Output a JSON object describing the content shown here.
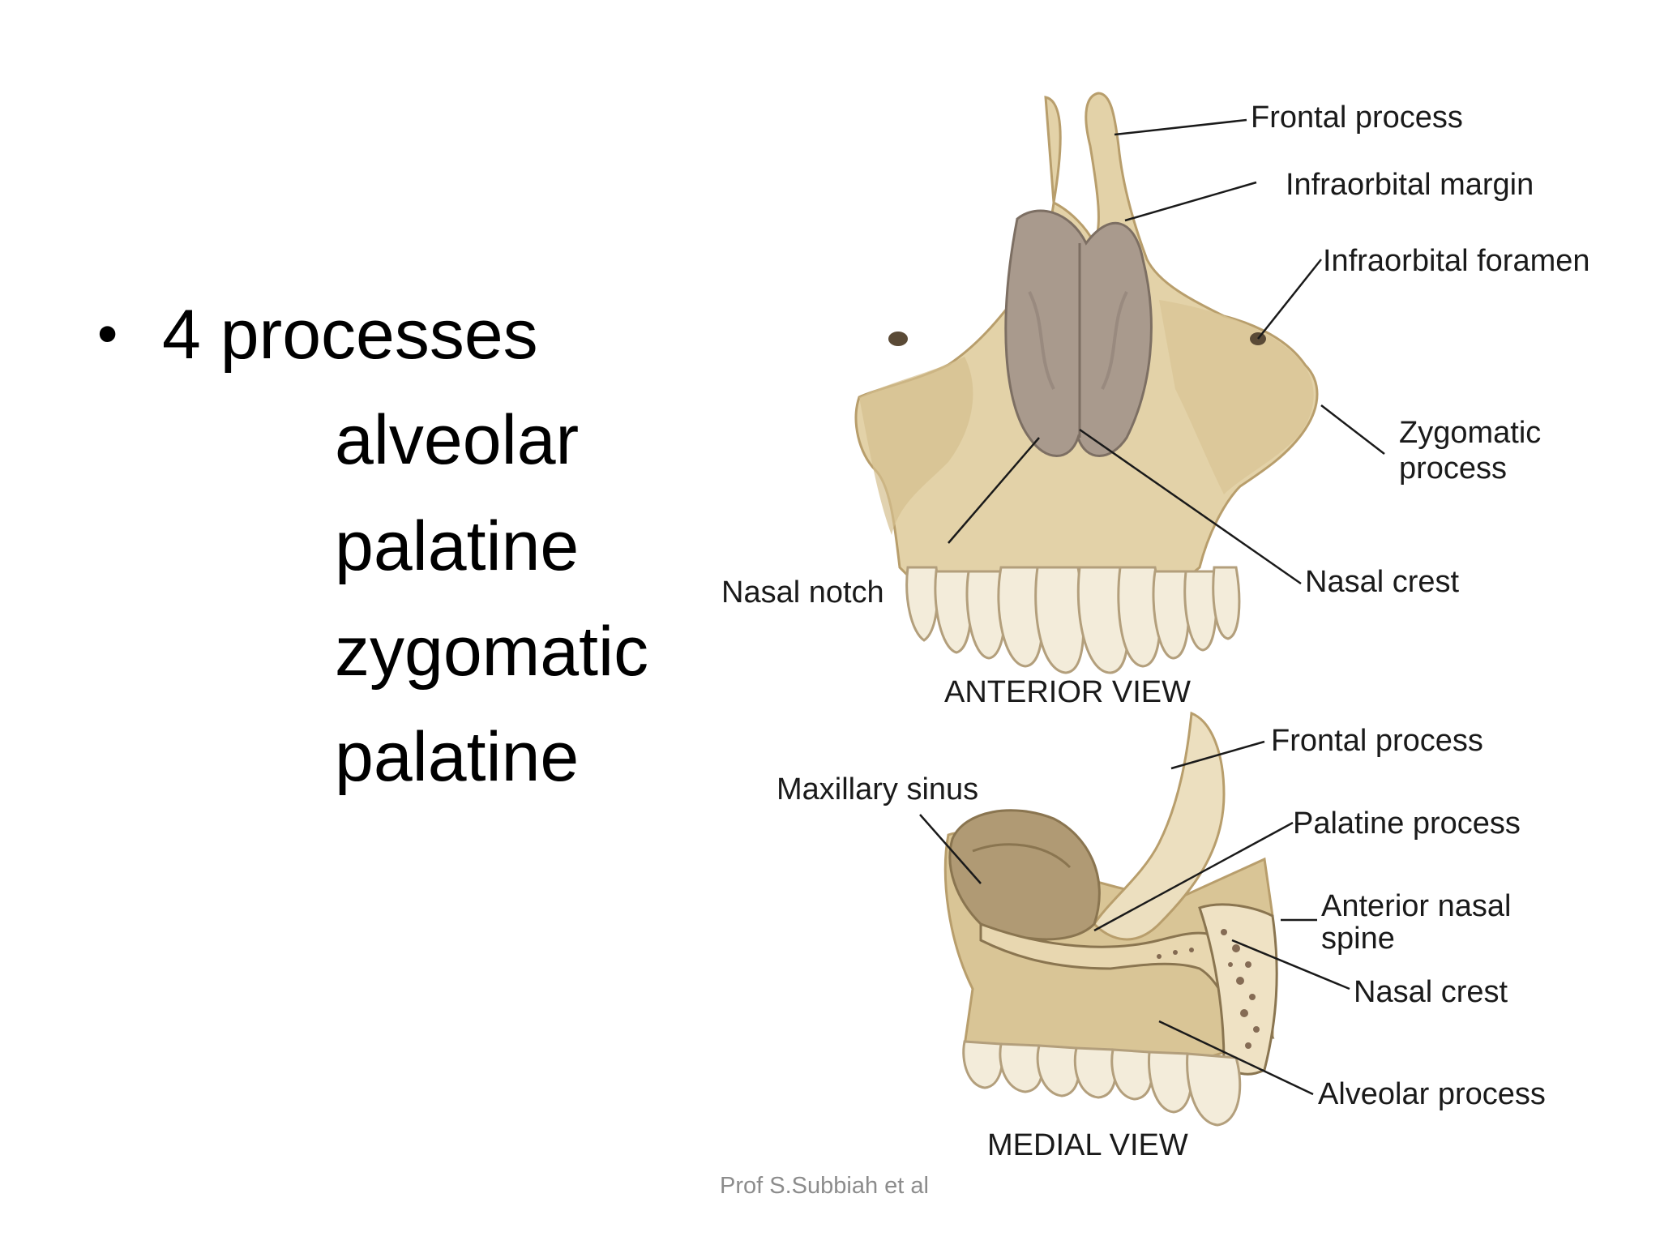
{
  "slide": {
    "bullet": "4 processes",
    "subitems": [
      "alveolar",
      "palatine",
      "zygomatic",
      "palatine"
    ],
    "footer": "Prof S.Subbiah et al"
  },
  "figure": {
    "anterior": {
      "caption": "ANTERIOR VIEW",
      "labels": {
        "frontal_process": "Frontal process",
        "infraorbital_margin": "Infraorbital margin",
        "infraorbital_foramen": "Infraorbital foramen",
        "zygomatic_line1": "Zygomatic",
        "zygomatic_line2": "process",
        "nasal_crest": "Nasal crest",
        "nasal_notch": "Nasal notch"
      }
    },
    "medial": {
      "caption": "MEDIAL VIEW",
      "labels": {
        "frontal_process": "Frontal process",
        "maxillary_sinus": "Maxillary sinus",
        "palatine_process": "Palatine process",
        "anterior_nasal_line1": "Anterior nasal",
        "anterior_nasal_line2": "spine",
        "nasal_crest": "Nasal crest",
        "alveolar_process": "Alveolar process"
      }
    },
    "colors": {
      "bone": "#e3d2a8",
      "bone_shadow": "#b89e6c",
      "cavity": "#a99a8d",
      "teeth": "#f3ecda",
      "text": "#1a1a1a"
    }
  }
}
